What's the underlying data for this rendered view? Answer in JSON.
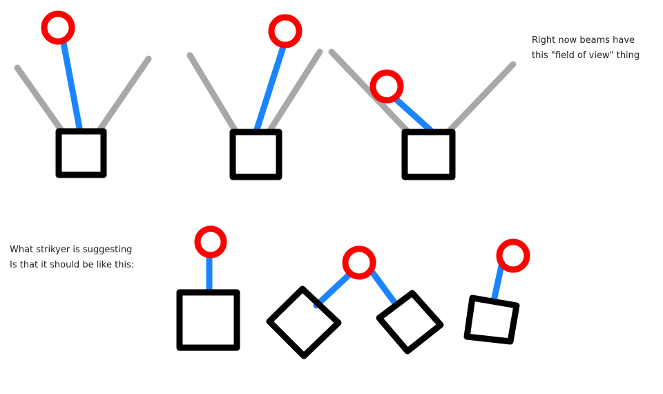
{
  "notes": {
    "top_right": [
      "Right now beams have",
      "this \"field of view\" thing"
    ],
    "bottom_left": [
      "What strikyer is suggesting",
      "Is that it should be like this:"
    ]
  },
  "colors": {
    "beam": "#1a85ff",
    "field_of_view": "#a8a8a8",
    "target": "#ff0000",
    "box": "#000000"
  }
}
